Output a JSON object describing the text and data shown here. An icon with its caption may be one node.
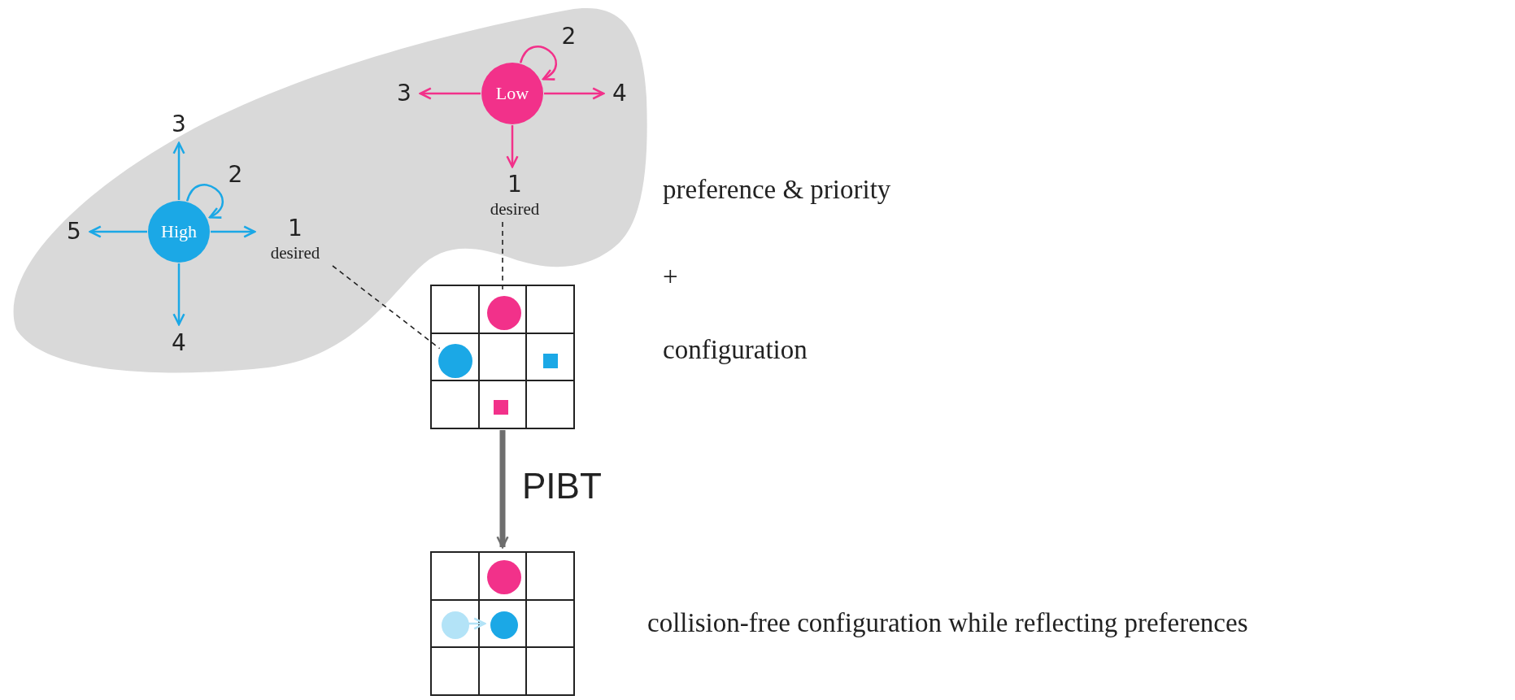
{
  "diagram": {
    "nodes": [
      {
        "text": [],
        "shape": "cloud"
      },
      {
        "text": [
          "High"
        ],
        "in": 0
      },
      {
        "text": [
          "3"
        ],
        "in": 0
      },
      {
        "text": [
          "5"
        ],
        "in": 0
      },
      {
        "text": [
          "1",
          "desired"
        ],
        "in": 0
      },
      {
        "text": [
          "4"
        ],
        "in": 0
      },
      {
        "text": [
          "Low"
        ],
        "in": 0
      },
      {
        "text": [
          "3"
        ],
        "in": 0
      },
      {
        "text": [
          "4"
        ],
        "in": 0
      },
      {
        "text": [
          "1",
          "desired"
        ],
        "in": 0
      },
      {
        "text": [],
        "shape": "box"
      },
      {
        "text": [],
        "shape": "circle",
        "in": 10
      },
      {
        "text": [],
        "shape": "circle",
        "in": 10
      },
      {
        "text": [],
        "shape": "box",
        "in": 10
      },
      {
        "text": [],
        "shape": "box",
        "in": 10
      },
      {
        "text": [],
        "shape": "box"
      },
      {
        "text": [],
        "shape": "circle",
        "in": 15
      },
      {
        "text": [],
        "shape": "circle",
        "in": 15
      },
      {
        "text": [],
        "shape": "circle",
        "in": 15
      }
    ],
    "edges": [
      {
        "from": 1,
        "to": 1,
        "arrow": "to",
        "label": "2",
        "color": "#1ba8e6"
      },
      {
        "from": 1,
        "to": 2,
        "arrow": "to",
        "color": "#1ba8e6"
      },
      {
        "from": 1,
        "to": 3,
        "arrow": "to",
        "color": "#1ba8e6"
      },
      {
        "from": 1,
        "to": 4,
        "arrow": "to",
        "color": "#1ba8e6"
      },
      {
        "from": 1,
        "to": 5,
        "arrow": "to",
        "color": "#1ba8e6"
      },
      {
        "from": 6,
        "to": 6,
        "arrow": "to",
        "label": "2",
        "color": "#f2318a"
      },
      {
        "from": 6,
        "to": 7,
        "arrow": "to",
        "color": "#f2318a"
      },
      {
        "from": 6,
        "to": 8,
        "arrow": "to",
        "color": "#f2318a"
      },
      {
        "from": 6,
        "to": 9,
        "arrow": "to",
        "color": "#f2318a"
      },
      {
        "from": 4,
        "to": 12,
        "arrow": "none",
        "style": "dashed",
        "color": "#222222"
      },
      {
        "from": 9,
        "to": 11,
        "arrow": "none",
        "style": "dashed",
        "color": "#222222"
      },
      {
        "from": 10,
        "to": 15,
        "arrow": "to",
        "label": "PIBT",
        "style": "thick",
        "color": "#6e6e6e"
      },
      {
        "from": 17,
        "to": 18,
        "arrow": "to",
        "color": "#b3e3f7"
      }
    ],
    "labels": [
      "preference & priority",
      "+",
      "configuration",
      "collision-free configuration while reflecting preferences"
    ]
  }
}
